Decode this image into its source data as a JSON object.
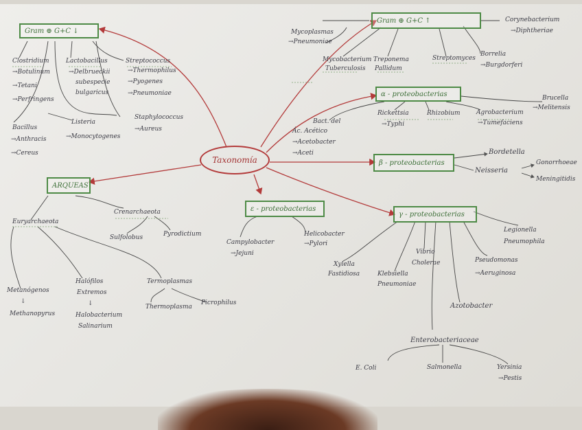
{
  "center": "Taxonomía",
  "colors": {
    "box_border": "#4d8a45",
    "center_border": "#b33a3a",
    "edge_red": "#b33a3a",
    "ink": "#3a3a44"
  },
  "boxes": {
    "gram_pos_low": "Gram ⊕   G+C ↓",
    "gram_pos_high": "Gram ⊕    G+C ↑",
    "alpha": "α - proteobacterias",
    "beta": "β - proteobacterias",
    "gamma": "γ - proteobacterias",
    "epsilon": "ε - proteobacterias",
    "arqueas": "ARQUEAS"
  },
  "gram_low": {
    "clostridium": "Clostridium",
    "botulinum": "Botulinum",
    "tetani": "Tetani",
    "perfringens": "Perfringens",
    "lactobacillus": "Lactobacillus",
    "delbrueckii": "Delbrueckii",
    "subespecie": "subespecie",
    "bulgaricus": "bulgaricus",
    "streptococcus": "Streptococcus",
    "thermophilus": "Thermophilus",
    "pyogenes": "Pyogenes",
    "pneumoniae": "Pneumoniae",
    "bacillus": "Bacillus",
    "anthracis": "Anthracis",
    "cereus": "Cereus",
    "listeria": "Listeria",
    "monocytogenes": "Monocytogenes",
    "staphylococcus": "Staphylococcus",
    "aureus": "Aureus"
  },
  "gram_high": {
    "mycoplasmas": "Mycoplasmas",
    "pneumoniae": "Pneumoniae",
    "mycobacterium": "Mycobacterium",
    "tuberculosis": "Tuberculosis",
    "treponema": "Treponema",
    "pallidum": "Pallidum",
    "streptomyces": "Streptomyces",
    "corynebacterium": "Corynebacterium",
    "diphtheriae": "Diphtheriae",
    "borrelia": "Borrelia",
    "burgdorferi": "Burgdorferi"
  },
  "alpha_children": {
    "bacteria_acido": "Bact. del",
    "acido_acetico": "Ác. Acético",
    "acetobacter": "Acetobacter",
    "aceti": "Aceti",
    "rickettsia": "Rickettsia",
    "typhi": "Typhi",
    "rhizobium": "Rhizobium",
    "agrobacterium": "Agrobacterium",
    "tumefaciens": "Tumefaciens",
    "brucella": "Brucella",
    "melitensis": "Melitensis"
  },
  "beta_children": {
    "bordetella": "Bordetella",
    "neisseria": "Neisseria",
    "gonorrhoeae": "Gonorrhoeae",
    "meningitidis": "Meningitidis"
  },
  "epsilon_children": {
    "campylobacter": "Campylobacter",
    "jejuni": "Jejuni",
    "helicobacter": "Helicobacter",
    "pylori": "Pylori"
  },
  "gamma_children": {
    "legionella": "Legionella",
    "pneumophila": "Pneumophila",
    "vibrio": "Vibrio",
    "cholerae": "Cholerae",
    "pseudomonas": "Pseudomonas",
    "aeruginosa": "Aeruginosa",
    "xylella": "Xylella",
    "fastidiosa": "Fastidiosa",
    "klebsiella": "Klebsiella",
    "kpneumoniae": "Pneumoniae",
    "azotobacter": "Azotobacter",
    "enterobacteriaceae": "Enterobacteriaceae",
    "ecoli": "E. Coli",
    "salmonella": "Salmonella",
    "yersinia": "Yersinia",
    "pestis": "Pestis"
  },
  "arqueas_children": {
    "euryarchaeota": "Euryarchaeota",
    "crenarchaeota": "Crenarchaeota",
    "sulfolobus": "Sulfolobus",
    "pyrodictium": "Pyrodictium",
    "metanogenos": "Metanógenos",
    "methanopyrus": "Methanopyrus",
    "halofilos": "Halófilos",
    "extremos": "Extremos",
    "halobacterium": "Halobacterium",
    "salinarium": "Salinarium",
    "termoplasmas": "Termoplasmas",
    "thermoplasma": "Thermoplasma",
    "picrophilus": "Picrophilus"
  }
}
